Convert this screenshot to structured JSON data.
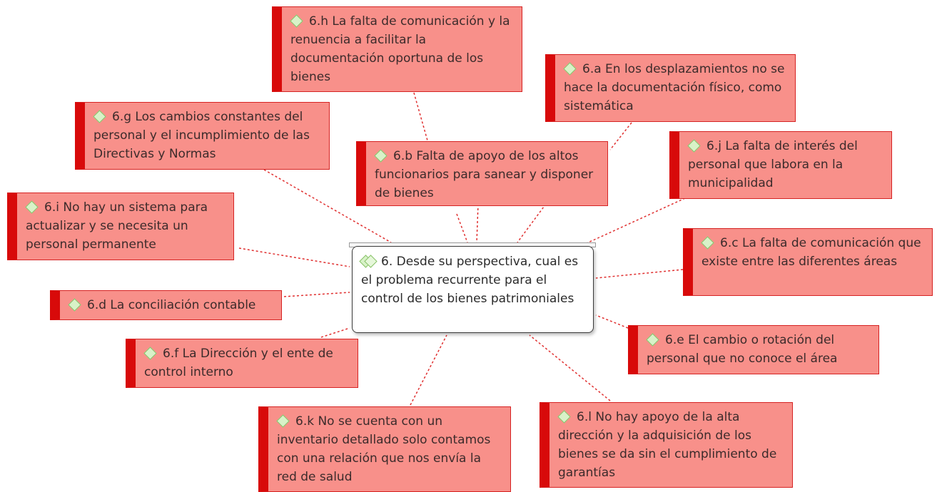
{
  "central": {
    "text": "6. Desde su perspectiva, cual es el problema recurrente para el control de los bienes patrimoniales"
  },
  "topics": [
    {
      "id": "h",
      "text": "6.h La falta de comunicación y la renuencia a facilitar la documentación oportuna de los bienes"
    },
    {
      "id": "a",
      "text": "6.a En los desplazamientos no se hace la documentación físico, como sistemática"
    },
    {
      "id": "g",
      "text": "6.g Los cambios constantes del personal y el incumplimiento de las Directivas y Normas"
    },
    {
      "id": "b",
      "text": "6.b Falta de apoyo de los altos funcionarios para sanear y disponer de bienes"
    },
    {
      "id": "j",
      "text": "6.j La falta de interés del personal que labora en la municipalidad"
    },
    {
      "id": "i",
      "text": "6.i No hay un sistema para actualizar y se necesita un personal permanente"
    },
    {
      "id": "c",
      "text": "6.c La falta de comunicación que existe entre las diferentes áreas"
    },
    {
      "id": "d",
      "text": "6.d La conciliación contable"
    },
    {
      "id": "e",
      "text": "6.e El cambio o rotación del personal que no conoce el área"
    },
    {
      "id": "f",
      "text": "6.f La Dirección y el ente de control interno"
    },
    {
      "id": "k",
      "text": "6.k No se cuenta con un inventario detallado solo contamos con una relación que nos envía la red de salud"
    },
    {
      "id": "l",
      "text": "6.l No hay apoyo de la alta dirección y la adquisición de los bienes se da sin el cumplimiento de garantías"
    }
  ],
  "colors": {
    "topic_fill": "#f8908a",
    "topic_bar": "#d80a0a",
    "link": "#e03030"
  },
  "icons": {
    "topic": "diamond-icon",
    "central": "double-diamond-icon"
  }
}
